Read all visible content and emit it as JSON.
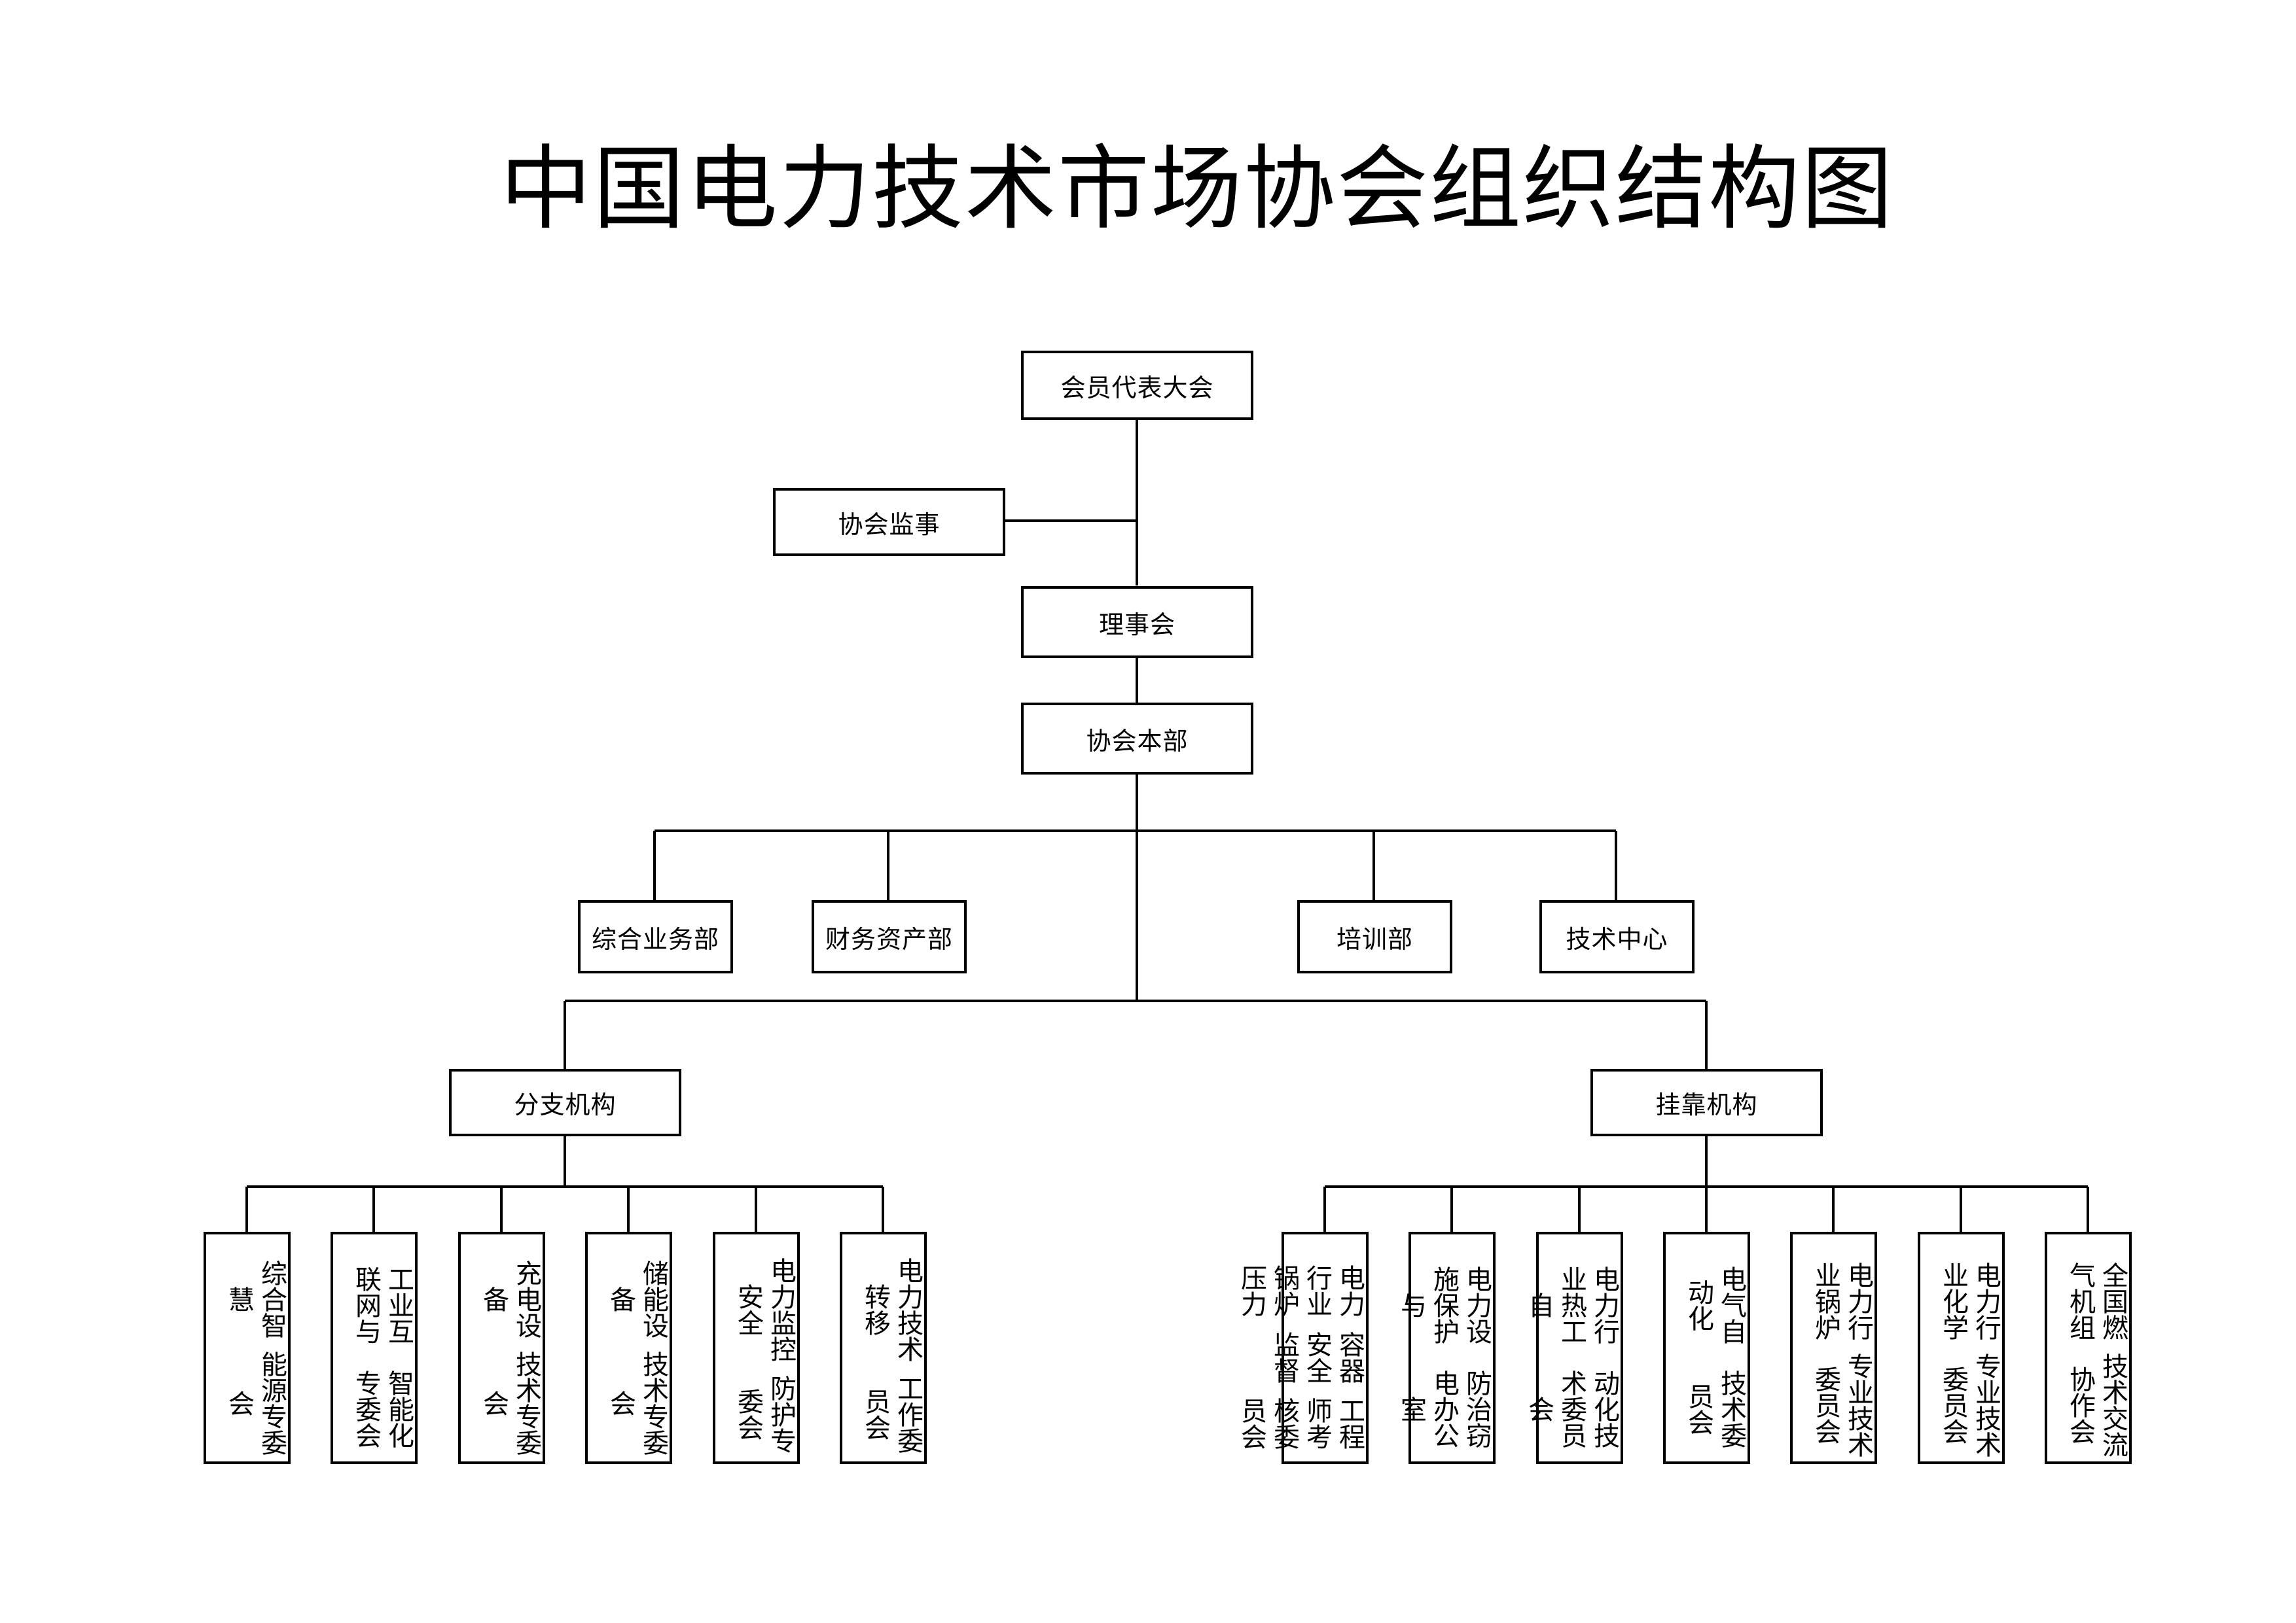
{
  "title": "中国电力技术市场协会组织结构图",
  "top": {
    "general_assembly": "会员代表大会",
    "supervisor": "协会监事",
    "council": "理事会",
    "headquarters": "协会本部"
  },
  "departments": [
    "综合业务部",
    "财务资产部",
    "培训部",
    "技术中心"
  ],
  "branches": {
    "label": "分支机构",
    "items": [
      [
        "综合智慧",
        "能源专委会"
      ],
      [
        "工业互联网与",
        "智能化专委会"
      ],
      [
        "充电设备",
        "技术专委会"
      ],
      [
        "储能设备",
        "技术专委会"
      ],
      [
        "电力监控安全",
        "防护专委会"
      ],
      [
        "电力技术转移",
        "工作委员会"
      ]
    ]
  },
  "affiliates": {
    "label": "挂靠机构",
    "items": [
      [
        "电力行业锅炉压力",
        "容器安全监督",
        "工程师考核委员会"
      ],
      [
        "电力设施保护与",
        "防治窃电办公室"
      ],
      [
        "电力行业热工自",
        "动化技术委员会"
      ],
      [
        "电气自动化",
        "技术委员会"
      ],
      [
        "电力行业锅炉",
        "专业技术委员会"
      ],
      [
        "电力行业化学",
        "专业技术委员会"
      ],
      [
        "全国燃气机组",
        "技术交流协作会"
      ]
    ]
  }
}
